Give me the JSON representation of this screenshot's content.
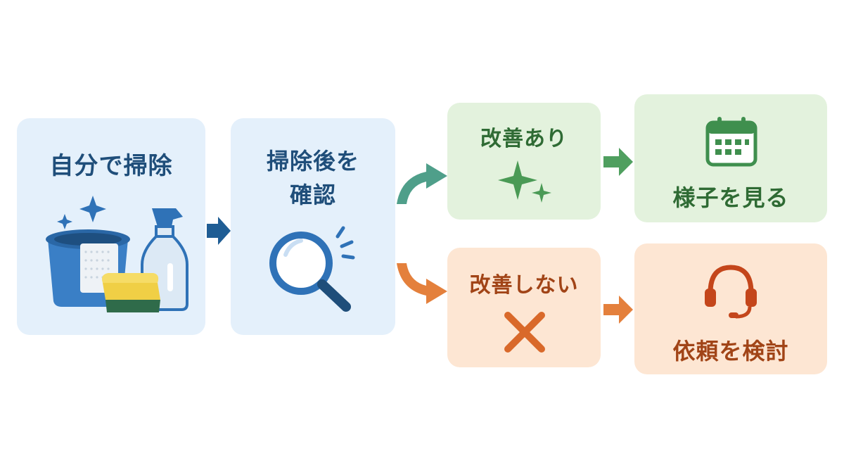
{
  "steps": {
    "self_clean": {
      "label": "自分で掃除"
    },
    "check": {
      "line1": "掃除後を",
      "line2": "確認"
    },
    "improved": {
      "label": "改善あり"
    },
    "watch": {
      "label": "様子を見る"
    },
    "not_improved": {
      "label": "改善しない"
    },
    "request": {
      "label": "依頼を検討"
    }
  },
  "colors": {
    "blue_box": "#e4f0fb",
    "green_box": "#e3f2dd",
    "orange_box": "#fde6d3",
    "blue_text": "#1f4e7a",
    "green_text": "#2f6b34",
    "orange_text": "#a14417",
    "arrow_blue": "#1f5d94",
    "arrow_green": "#4f9f5f",
    "arrow_orange": "#e4803c"
  },
  "icons": {
    "self_clean": "cleaning-supplies-icon",
    "check": "magnifier-icon",
    "improved": "sparkle-icon",
    "watch": "calendar-icon",
    "not_improved": "cross-icon",
    "request": "headset-icon"
  }
}
